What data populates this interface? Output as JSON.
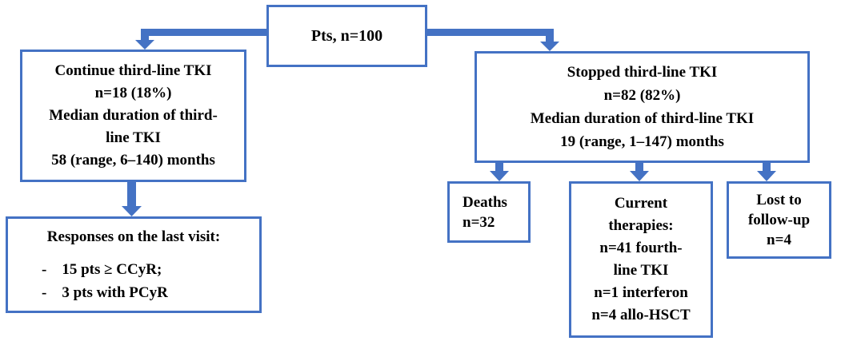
{
  "diagram": {
    "root": {
      "text": "Pts, n=100"
    },
    "continue": {
      "lines": [
        "Continue third-line TKI",
        "n=18 (18%)",
        "Median duration of third-",
        "line TKI",
        "58 (range, 6–140) months"
      ]
    },
    "stopped": {
      "lines": [
        "Stopped third-line TKI",
        "n=82 (82%)",
        "Median duration of third-line TKI",
        "19 (range, 1–147) months"
      ]
    },
    "responses": {
      "title": "Responses on the last visit:",
      "items": [
        "-    15 pts ≥ CCyR;",
        "-    3 pts with PCyR"
      ]
    },
    "deaths": {
      "lines": [
        "Deaths",
        "n=32"
      ]
    },
    "therapies": {
      "lines": [
        "Current",
        "therapies:",
        "n=41 fourth-",
        "line TKI",
        "n=1 interferon",
        "n=4 allo-HSCT"
      ]
    },
    "lost": {
      "lines": [
        "Lost to",
        "follow-up",
        "n=4"
      ]
    }
  },
  "colors": {
    "connector": "#4472c4",
    "box_border": "#4472c4"
  }
}
